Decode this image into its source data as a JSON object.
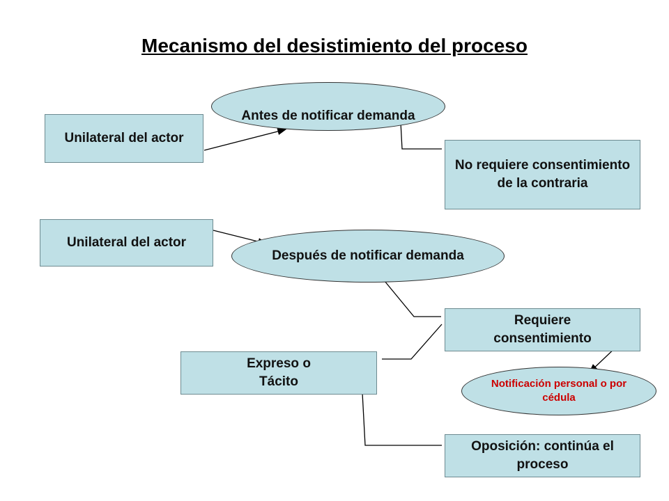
{
  "title": "Mecanismo del desistimiento del proceso",
  "nodes": {
    "unilateral_1": "Unilateral del actor",
    "antes": "Antes de notificar demanda",
    "no_requiere": "No requiere consentimiento de la contraria",
    "unilateral_2": "Unilateral del actor",
    "despues": "Después de notificar demanda",
    "requiere": "Requiere consentimiento",
    "expreso_line1": "Expreso o",
    "expreso_line2": "Tácito",
    "notificacion": "Notificación personal o por cédula",
    "oposicion": "Oposición: continúa el proceso"
  },
  "colors": {
    "node_fill": "#bfe0e6",
    "node_border": "#6d8a90",
    "highlight_text": "#cc0000"
  }
}
